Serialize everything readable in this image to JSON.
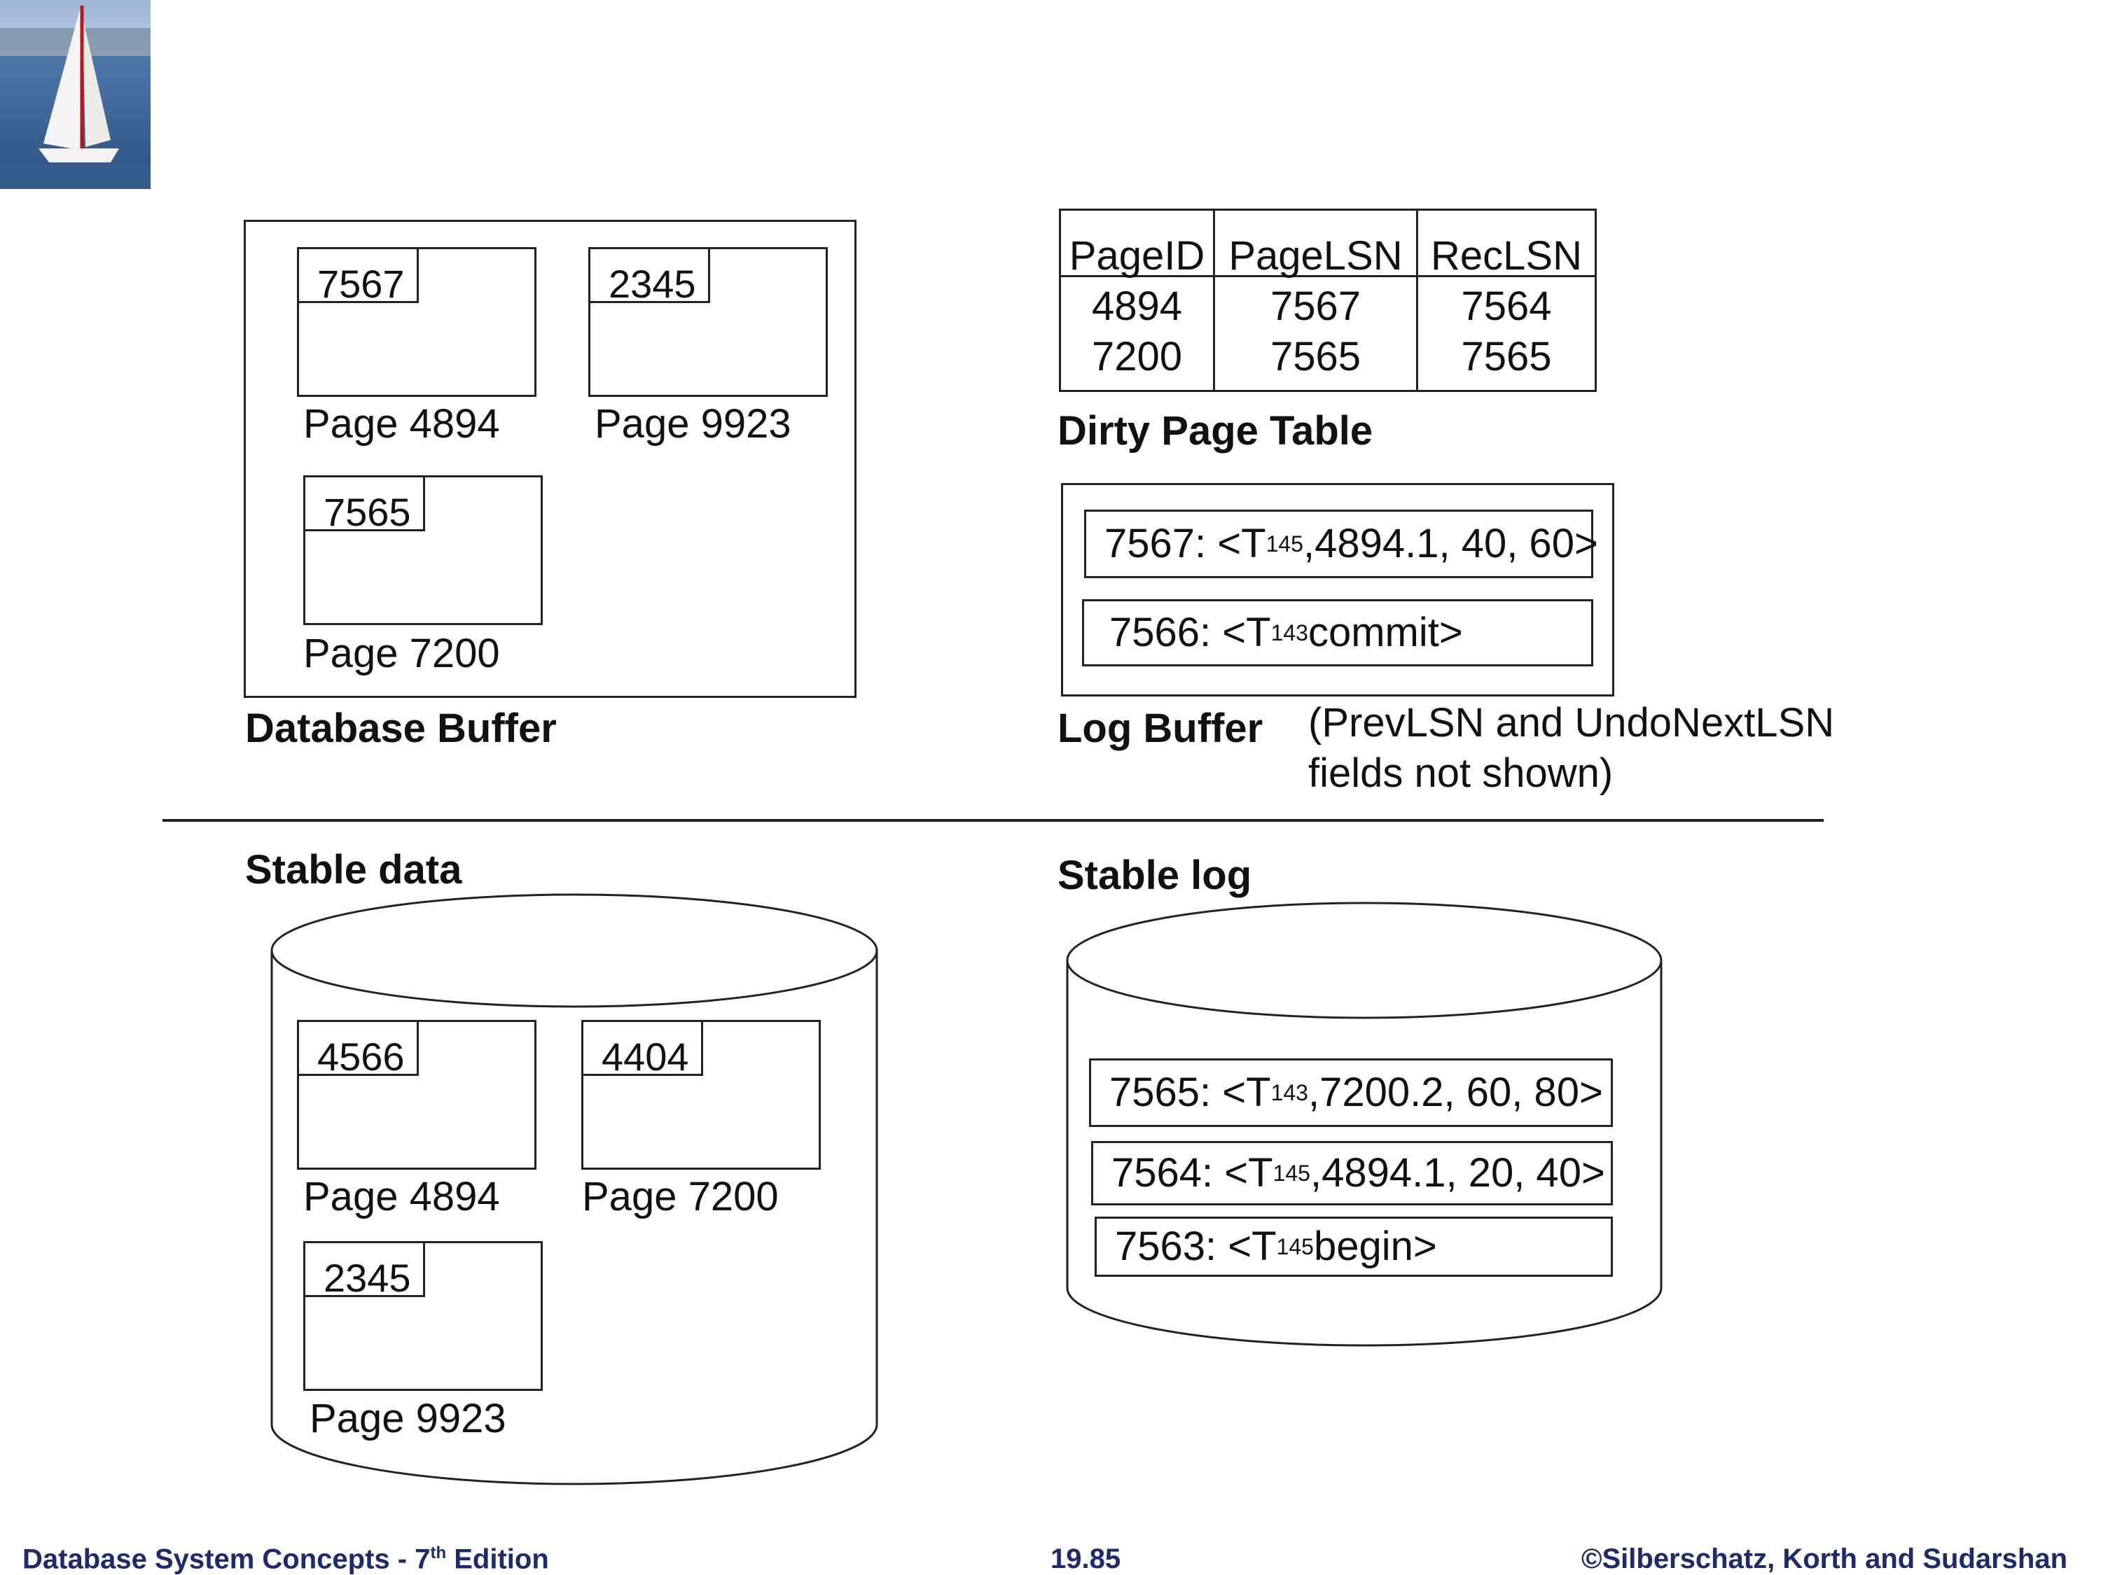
{
  "database_buffer": {
    "label": "Database Buffer",
    "pages": [
      {
        "lsn": "7567",
        "label": "Page 4894"
      },
      {
        "lsn": "2345",
        "label": "Page 9923"
      },
      {
        "lsn": "7565",
        "label": "Page 7200"
      }
    ]
  },
  "dirty_page_table": {
    "label": "Dirty Page Table",
    "headers": [
      "PageID",
      "PageLSN",
      "RecLSN"
    ],
    "rows": [
      [
        "4894",
        "7567",
        "7564"
      ],
      [
        "7200",
        "7565",
        "7565"
      ]
    ]
  },
  "log_buffer": {
    "label": "Log Buffer",
    "note_line1": "(PrevLSN and UndoNextLSN",
    "note_line2": "fields not shown)",
    "records": [
      {
        "prefix": "7567: <T",
        "sub": "145",
        "suffix": ",4894.1, 40, 60>"
      },
      {
        "prefix": "7566: <T",
        "sub": "143",
        "suffix": " commit>"
      }
    ]
  },
  "stable_data": {
    "label": "Stable data",
    "pages": [
      {
        "lsn": "4566",
        "label": "Page 4894"
      },
      {
        "lsn": "4404",
        "label": "Page 7200"
      },
      {
        "lsn": "2345",
        "label": "Page 9923"
      }
    ]
  },
  "stable_log": {
    "label": "Stable log",
    "records": [
      {
        "prefix": "7565: <T",
        "sub": "143",
        "suffix": ",7200.2, 60, 80>"
      },
      {
        "prefix": "7564: <T",
        "sub": "145",
        "suffix": ",4894.1, 20, 40>"
      },
      {
        "prefix": "7563: <T",
        "sub": "145",
        "suffix": " begin>"
      }
    ]
  },
  "footer": {
    "left_main": "Database System Concepts - 7",
    "left_sup": "th",
    "left_end": " Edition",
    "center": "19.85",
    "right": "©Silberschatz, Korth and Sudarshan"
  },
  "colors": {
    "footer_text": "#1d2b6b",
    "lines": "#222222"
  }
}
